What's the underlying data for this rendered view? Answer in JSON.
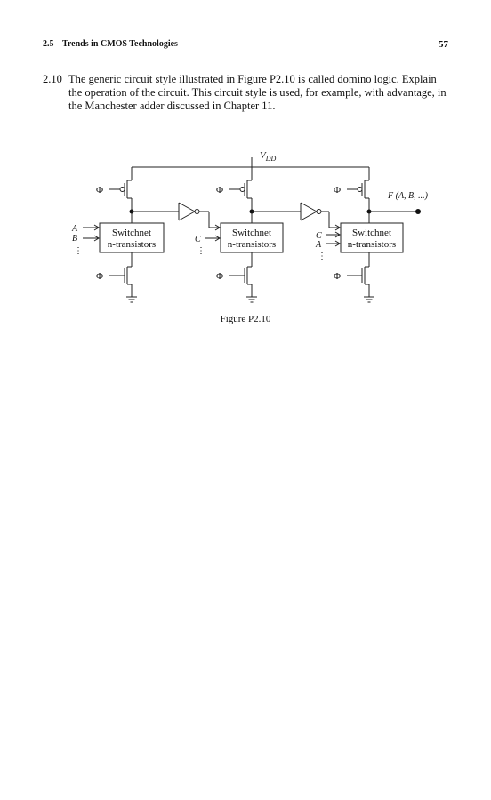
{
  "header": {
    "section": "2.5",
    "title": "Trends in CMOS Technologies",
    "page_number": "57"
  },
  "problem": {
    "number": "2.10",
    "text": "The generic circuit style illustrated in Figure P2.10 is called domino logic. Explain the operation of the circuit. This circuit style is used, for example, with advantage, in the Manchester adder discussed in Chapter 11."
  },
  "figure": {
    "vdd_label": "V",
    "vdd_sub": "DD",
    "clock_symbol": "Φ",
    "output_label": "F (A, B, ...)",
    "stages": [
      {
        "box_line1": "Switchnet",
        "box_line2": "n-transistors",
        "inputs": [
          "A",
          "B",
          "⋮"
        ]
      },
      {
        "box_line1": "Switchnet",
        "box_line2": "n-transistors",
        "inputs": [
          "C",
          "⋮"
        ]
      },
      {
        "box_line1": "Switchnet",
        "box_line2": "n-transistors",
        "inputs": [
          "C",
          "A",
          "⋮"
        ]
      }
    ],
    "caption": "Figure P2.10"
  }
}
